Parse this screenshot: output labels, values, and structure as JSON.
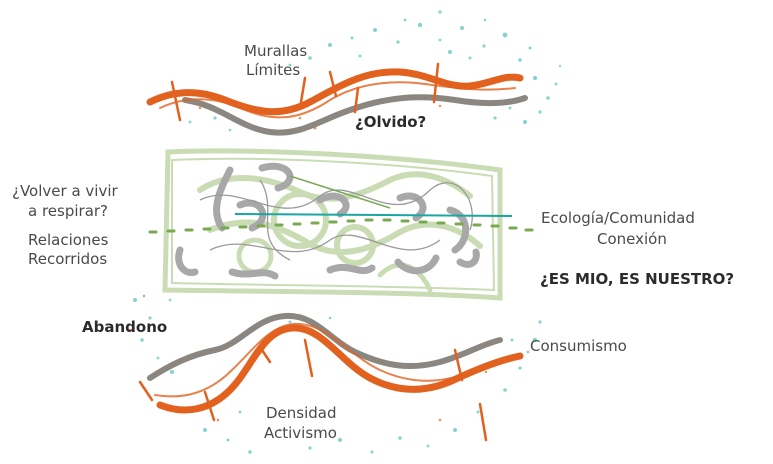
{
  "labels": {
    "top_line1": "Murallas",
    "top_line2": "Límites",
    "top_question": "¿Olvido?",
    "left_q_line1": "¿Volver a vivir",
    "left_q_line2": "a respirar?",
    "left_line1": "Relaciones",
    "left_line2": "Recorridos",
    "right_line1": "Ecología/Comunidad",
    "right_line2": "Conexión",
    "right_question": "¿ES MIO, ES NUESTRO?",
    "abandono": "Abandono",
    "consumismo": "Consumismo",
    "bottom_line1": "Densidad",
    "bottom_line2": "Activismo"
  },
  "colors": {
    "orange": "#e2611e",
    "gray": "#8c8680",
    "teal": "#5cc7c1",
    "green_frame": "#c9dcb4",
    "green_dots": "#79a94f",
    "teal_line": "#1aa6a3",
    "gray_squiggle": "#a8a8a8"
  }
}
